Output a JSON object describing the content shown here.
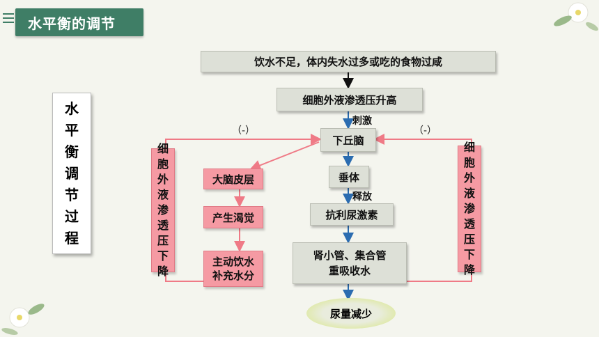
{
  "title": "水平衡的调节",
  "side_title": "水平衡调节过程",
  "nodes": {
    "cause": "饮水不足，体内失水过多或吃的食物过咸",
    "osmo_up": "细胞外液渗透压升高",
    "hypothalamus": "下丘脑",
    "pituitary": "垂体",
    "adh": "抗利尿激素",
    "kidney": "肾小管、集合管重吸收水",
    "urine": "尿量减少",
    "cortex": "大脑皮层",
    "thirst": "产生渴觉",
    "drink": "主动饮水补充水分",
    "osmo_down_left": "细胞外液渗透压下降",
    "osmo_down_right": "细胞外液渗透压下降"
  },
  "edge_labels": {
    "stimulate": "刺激",
    "release": "释放",
    "neg_left": "（-）",
    "neg_right": "（-）"
  },
  "colors": {
    "accent": "#3f7e66",
    "pink": "#f59aa3",
    "arrow_blue": "#2b6cb0",
    "arrow_pink": "#ef7a86"
  }
}
